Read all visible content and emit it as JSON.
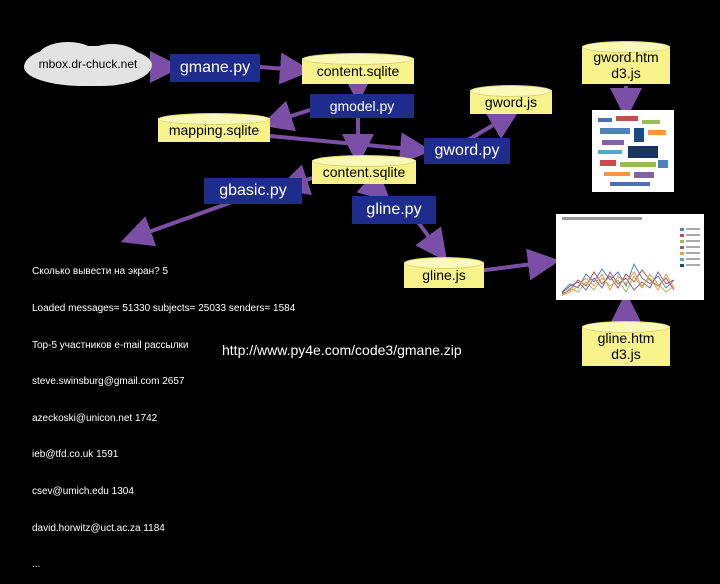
{
  "nodes": {
    "mbox": "mbox.dr-chuck.net",
    "gmane_py": "gmane.py",
    "content_sqlite_top": "content.sqlite",
    "gmodel_py": "gmodel.py",
    "mapping_sqlite": "mapping.sqlite",
    "gword_js": "gword.js",
    "gword_htm_line1": "gword.htm",
    "gword_htm_line2": "d3.js",
    "gword_py": "gword.py",
    "content_sqlite_mid": "content.sqlite",
    "gbasic_py": "gbasic.py",
    "gline_py": "gline.py",
    "gline_js": "gline.js",
    "gline_htm_line1": "gline.htm",
    "gline_htm_line2": "d3.js"
  },
  "console_lines": [
    "Сколько вывести на экран? 5",
    "Loaded messages= 51330 subjects= 25033 senders= 1584",
    "Top-5 участников e-mail рассылки",
    "steve.swinsburg@gmail.com 2657",
    "azeckoski@unicon.net 1742",
    "ieb@tfd.co.uk 1591",
    "csev@umich.edu 1304",
    "david.horwitz@uct.ac.za 1184",
    "..."
  ],
  "url": "http://www.py4e.com/code3/gmane.zip",
  "colors": {
    "background": "#000000",
    "program_box": "#1e2c8c",
    "database": "#f7f38a",
    "arrow": "#7b4fa6",
    "cloud": "#e3e3e3"
  }
}
